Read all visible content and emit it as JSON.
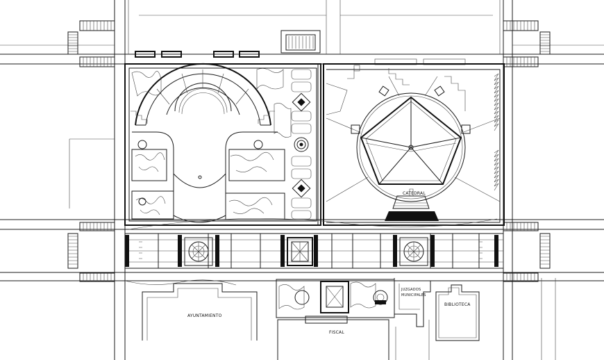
{
  "labels": {
    "ayuntamiento": "AYUNTAMIENTO",
    "catedral": "CATEDRAL",
    "biblioteca": "BIBLIOTECA",
    "fiscal": "FISCAL",
    "juzgados": "JUZGADOS",
    "juzgados_sub": "MUNICIPALES"
  },
  "colors": {
    "line": "#111111",
    "paper": "#ffffff"
  }
}
